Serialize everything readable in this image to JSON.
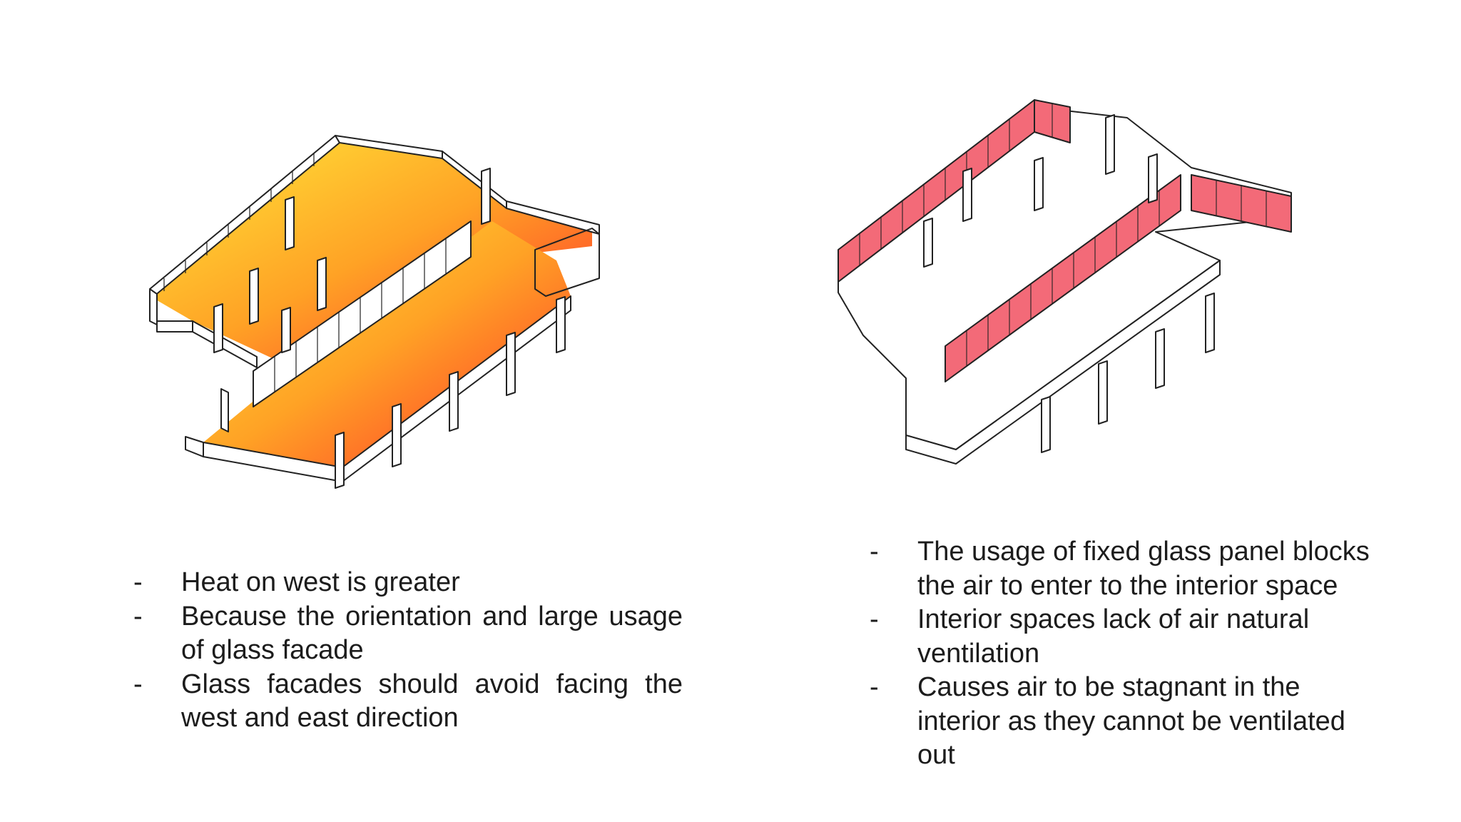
{
  "colors": {
    "heat_cool": "#ffe93a",
    "heat_mid": "#ffa225",
    "heat_hot": "#ff2b2b",
    "glass_highlight": "#f36a78",
    "outline": "#222222",
    "wall_fill": "#ffffff"
  },
  "bullet_marker": "-",
  "left_notes": [
    "Heat on west is greater",
    "Because the orientation and large usage of glass facade",
    "Glass facades should avoid facing the west and east direction"
  ],
  "right_notes": [
    "The usage of fixed glass panel blocks the air to enter to the interior space",
    "Interior spaces lack of air natural ventilation",
    "Causes air to be stagnant in the interior as they cannot be ventilated out"
  ]
}
